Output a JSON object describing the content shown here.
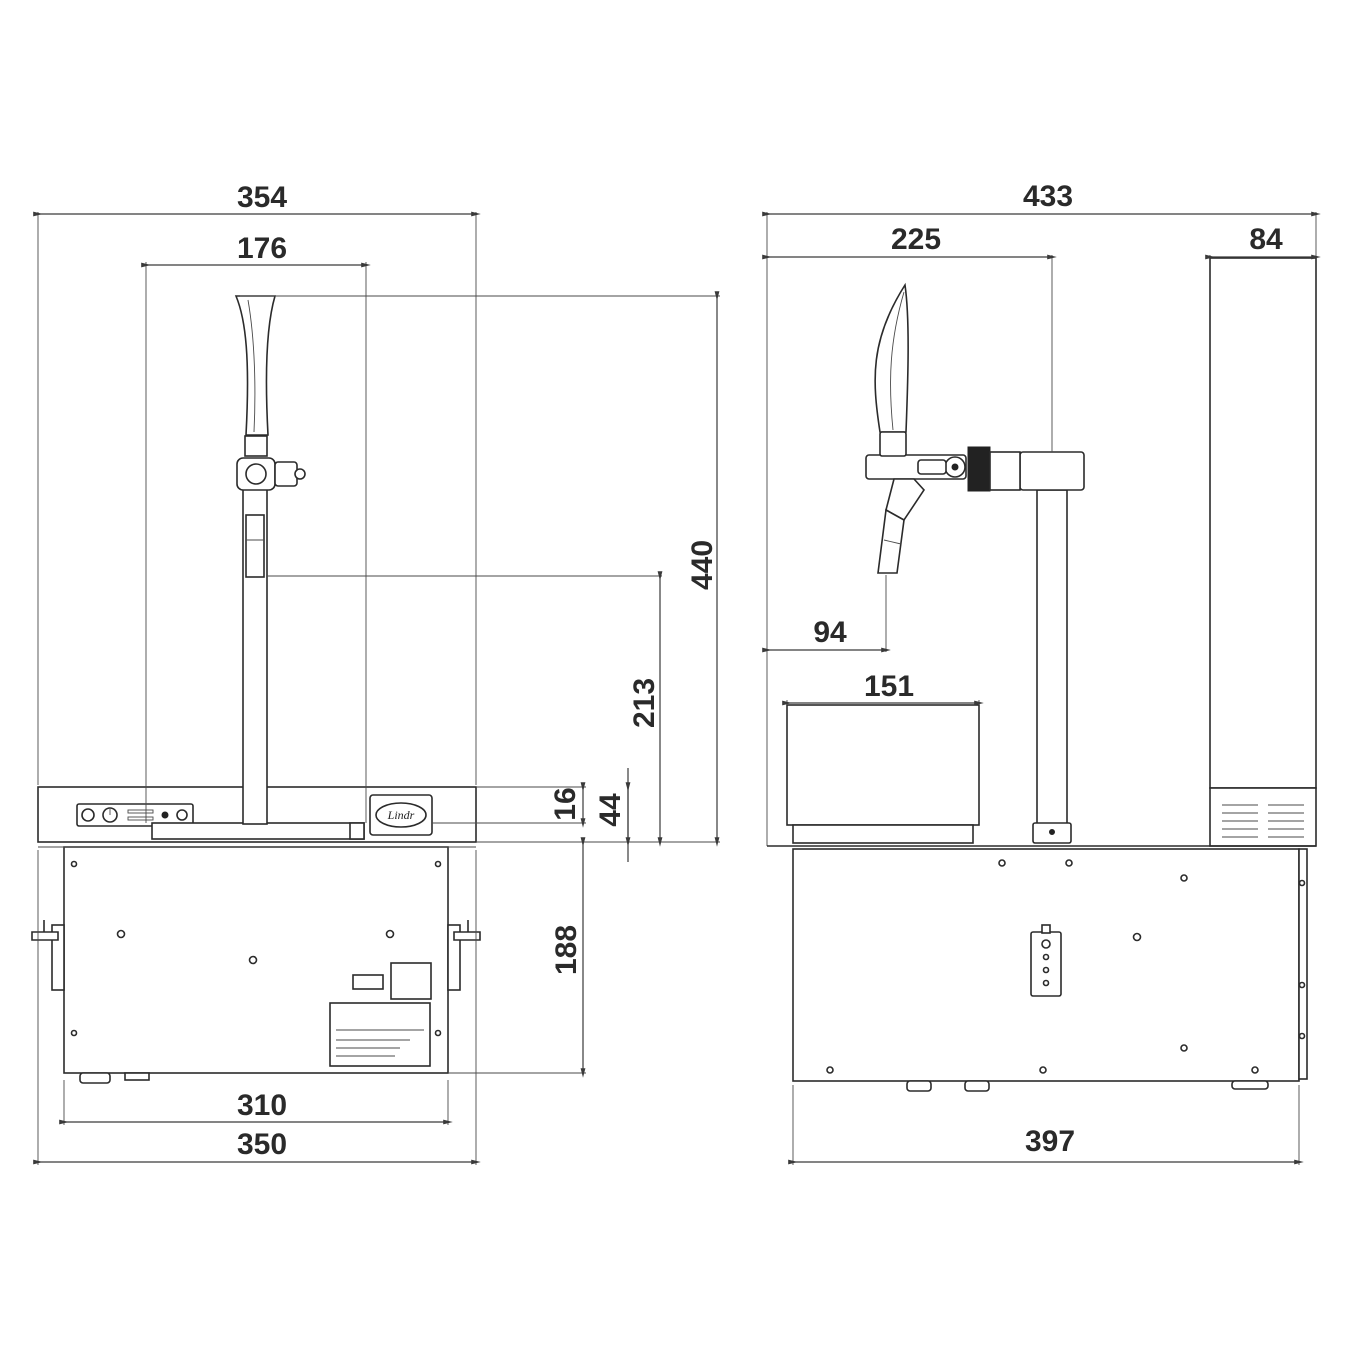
{
  "dimensions": {
    "front": {
      "overall_width": "354",
      "tap_width": "176",
      "height_total": "440",
      "tap_height": "213",
      "plate_16": "16",
      "plate_44": "44",
      "body_height": "188",
      "body_width_310": "310",
      "body_width_350": "350"
    },
    "side": {
      "overall_depth": "433",
      "tap_depth": "225",
      "rear_84": "84",
      "spout_94": "94",
      "tray_151": "151",
      "body_397": "397"
    }
  },
  "logo_text": "Lindr",
  "colors": {
    "line": "#2b2b2b",
    "text": "#2a2a2a",
    "background": "#ffffff"
  }
}
